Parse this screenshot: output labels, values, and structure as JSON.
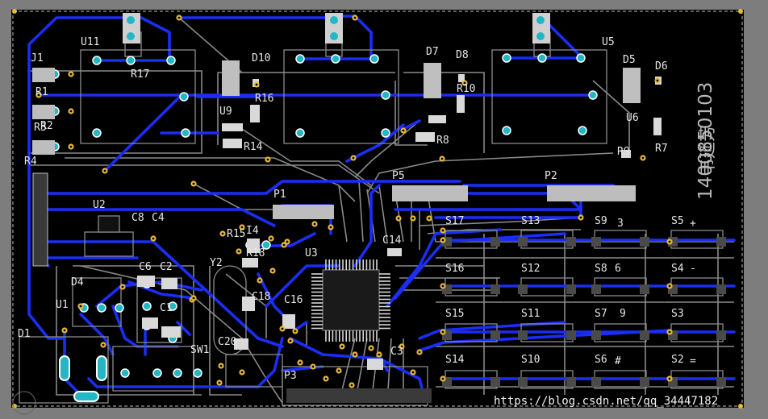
{
  "board": {
    "designator_labels": [
      {
        "id": "u11",
        "text": "U11"
      },
      {
        "id": "j1",
        "text": "J1"
      },
      {
        "id": "u2",
        "text": "U2"
      },
      {
        "id": "c8",
        "text": "C8"
      },
      {
        "id": "c4",
        "text": "C4"
      },
      {
        "id": "c6",
        "text": "C6"
      },
      {
        "id": "c2",
        "text": "C2"
      },
      {
        "id": "d4",
        "text": "D4"
      },
      {
        "id": "u1",
        "text": "U1"
      },
      {
        "id": "c1",
        "text": "C1"
      },
      {
        "id": "d1",
        "text": "D1"
      },
      {
        "id": "sw1",
        "text": "SW1"
      },
      {
        "id": "d10",
        "text": "D10"
      },
      {
        "id": "r16",
        "text": "R16"
      },
      {
        "id": "u9",
        "text": "U9"
      },
      {
        "id": "r14",
        "text": "R14"
      },
      {
        "id": "d7",
        "text": "D7"
      },
      {
        "id": "d8",
        "text": "D8"
      },
      {
        "id": "r10",
        "text": "R10"
      },
      {
        "id": "r8",
        "text": "R8"
      },
      {
        "id": "u5",
        "text": "U5"
      },
      {
        "id": "d5",
        "text": "D5"
      },
      {
        "id": "d6",
        "text": "D6"
      },
      {
        "id": "u6",
        "text": "U6"
      },
      {
        "id": "r7",
        "text": "R7"
      },
      {
        "id": "r9",
        "text": "R9"
      },
      {
        "id": "p1",
        "text": "P1"
      },
      {
        "id": "p5",
        "text": "P5"
      },
      {
        "id": "p2",
        "text": "P2"
      },
      {
        "id": "p3",
        "text": "P3"
      },
      {
        "id": "r15",
        "text": "R15"
      },
      {
        "id": "u3",
        "text": "U3"
      },
      {
        "id": "c14",
        "text": "C14"
      },
      {
        "id": "c16",
        "text": "C16"
      },
      {
        "id": "c18",
        "text": "C18"
      },
      {
        "id": "c20",
        "text": "C20"
      },
      {
        "id": "c3",
        "text": "C3"
      },
      {
        "id": "y2",
        "text": "Y2"
      },
      {
        "id": "i4",
        "text": "I4"
      },
      {
        "id": "r18",
        "text": "R18"
      },
      {
        "id": "s17",
        "text": "S17"
      },
      {
        "id": "s13",
        "text": "S13"
      },
      {
        "id": "s9",
        "text": "S9"
      },
      {
        "id": "s5",
        "text": "S5"
      },
      {
        "id": "s16",
        "text": "S16"
      },
      {
        "id": "s12",
        "text": "S12"
      },
      {
        "id": "s8",
        "text": "S8"
      },
      {
        "id": "s4",
        "text": "S4"
      },
      {
        "id": "s15",
        "text": "S15"
      },
      {
        "id": "s11",
        "text": "S11"
      },
      {
        "id": "s7",
        "text": "S7"
      },
      {
        "id": "s3",
        "text": "S3"
      },
      {
        "id": "s14",
        "text": "S14"
      },
      {
        "id": "s10",
        "text": "S10"
      },
      {
        "id": "s6",
        "text": "S6"
      },
      {
        "id": "s2",
        "text": "S2"
      },
      {
        "id": "r17",
        "text": "R17"
      },
      {
        "id": "r1",
        "text": "R1"
      },
      {
        "id": "r2",
        "text": "R2"
      },
      {
        "id": "r3",
        "text": "R3"
      },
      {
        "id": "r4",
        "text": "R4"
      }
    ],
    "key_symbols": [
      "+",
      "-",
      "3",
      "6",
      "9",
      "#",
      "="
    ],
    "vertical_number": "1400850103",
    "vertical_name": "韦延芳"
  },
  "watermark": "https://blog.csdn.net/qq_34447182",
  "colors": {
    "board_background": "#000000",
    "top_trace": "#1a2ef5",
    "bottom_trace": "#8f8f8f",
    "pad_cyan": "#23b7c6",
    "via_gold": "#e8b93a",
    "silkscreen": "#e6e6e6"
  }
}
